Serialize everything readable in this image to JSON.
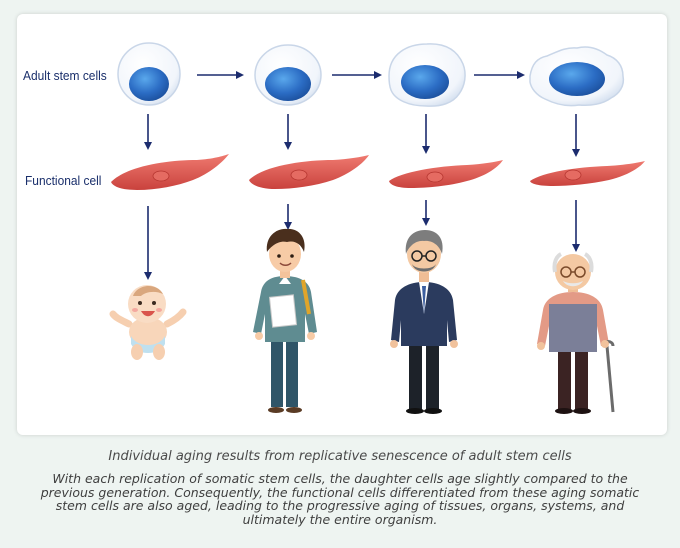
{
  "figure": {
    "row_labels": {
      "stem_cells": "Adult stem cells",
      "functional_cell": "Functional cell"
    },
    "stages": [
      {
        "stem_cell": "young stem cell",
        "functional_cell": "healthy cell",
        "person": "baby"
      },
      {
        "stem_cell": "stem cell",
        "functional_cell": "cell",
        "person": "student"
      },
      {
        "stem_cell": "aging stem cell",
        "functional_cell": "aging cell",
        "person": "middle-aged man"
      },
      {
        "stem_cell": "senescent stem cell",
        "functional_cell": "aged cell",
        "person": "elderly man"
      }
    ],
    "colors": {
      "arrow": "#1c2c6e",
      "nucleus": "#2b6cc4",
      "muscle_cell": "#e0564f",
      "panel_bg": "#ffffff",
      "page_bg": "#eef4f1"
    }
  },
  "caption": "Individual aging results from replicative senescence of adult stem cells",
  "description": "With each replication of somatic stem cells, the daughter cells age slightly compared to the previous generation. Consequently, the functional cells differentiated from these aging somatic stem cells are also aged, leading to the progressive aging of tissues, organs, systems, and ultimately the entire organism."
}
